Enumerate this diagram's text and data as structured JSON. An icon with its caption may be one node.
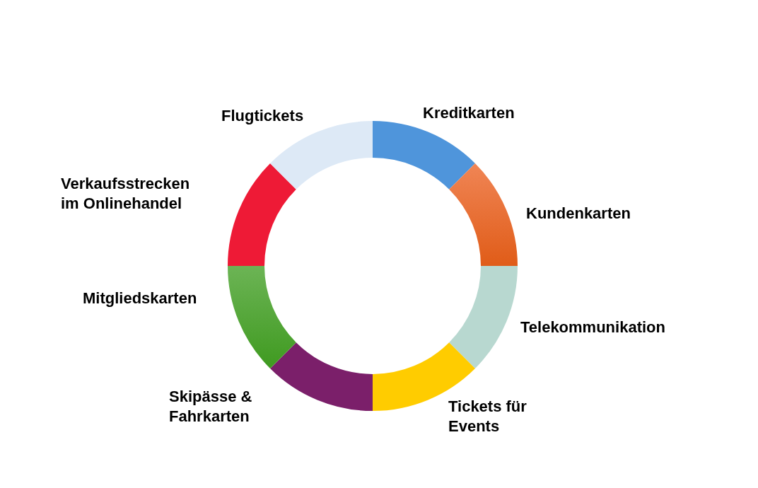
{
  "diagram": {
    "nodes": [
      {
        "text": [
          "Kreditkarten"
        ]
      },
      {
        "text": [
          "Kundenkarten"
        ]
      },
      {
        "text": [
          "Telekommunikation"
        ]
      },
      {
        "text": [
          "Tickets für Events"
        ]
      },
      {
        "text": [
          "Skipässe & Fahrkarten"
        ]
      },
      {
        "text": [
          "Mitgliedskarten"
        ]
      },
      {
        "text": [
          "Verkaufsstrecken im Onlinehandel"
        ]
      },
      {
        "text": [
          "Flugtickets"
        ]
      }
    ]
  }
}
